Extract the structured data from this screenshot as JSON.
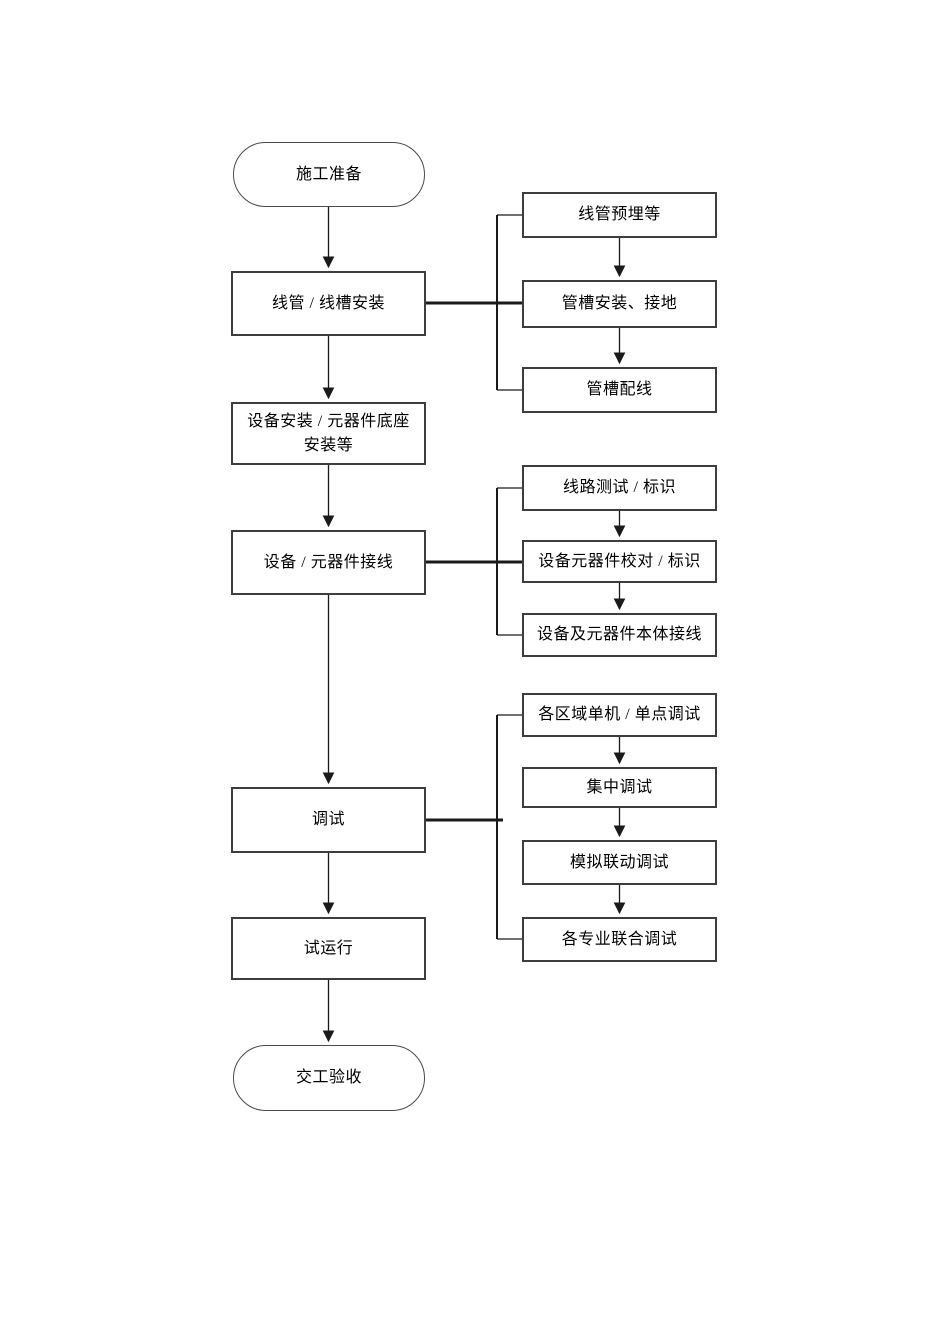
{
  "diagram": {
    "type": "flowchart",
    "colors": {
      "background": "#ffffff",
      "box_border": "#3d3d3d",
      "line": "#1a1a1a",
      "text": "#000000"
    },
    "main_flow": [
      {
        "label": "施工准备",
        "shape": "stadium"
      },
      {
        "label": "线管 / 线槽安装",
        "shape": "rect"
      },
      {
        "label": "设备安装 / 元器件底座\n安装等",
        "shape": "rect"
      },
      {
        "label": "设备 / 元器件接线",
        "shape": "rect"
      },
      {
        "label": "调试",
        "shape": "rect"
      },
      {
        "label": "试运行",
        "shape": "rect"
      },
      {
        "label": "交工验收",
        "shape": "stadium"
      }
    ],
    "sub_groups": [
      {
        "parent": "线管 / 线槽安装",
        "steps": [
          {
            "label": "线管预埋等"
          },
          {
            "label": "管槽安装、接地"
          },
          {
            "label": "管槽配线"
          }
        ]
      },
      {
        "parent": "设备 / 元器件接线",
        "steps": [
          {
            "label": "线路测试 / 标识"
          },
          {
            "label": "设备元器件校对 / 标识"
          },
          {
            "label": "设备及元器件本体接线"
          }
        ]
      },
      {
        "parent": "调试",
        "steps": [
          {
            "label": "各区域单机 / 单点调试"
          },
          {
            "label": "集中调试"
          },
          {
            "label": "模拟联动调试"
          },
          {
            "label": "各专业联合调试"
          }
        ]
      }
    ]
  }
}
